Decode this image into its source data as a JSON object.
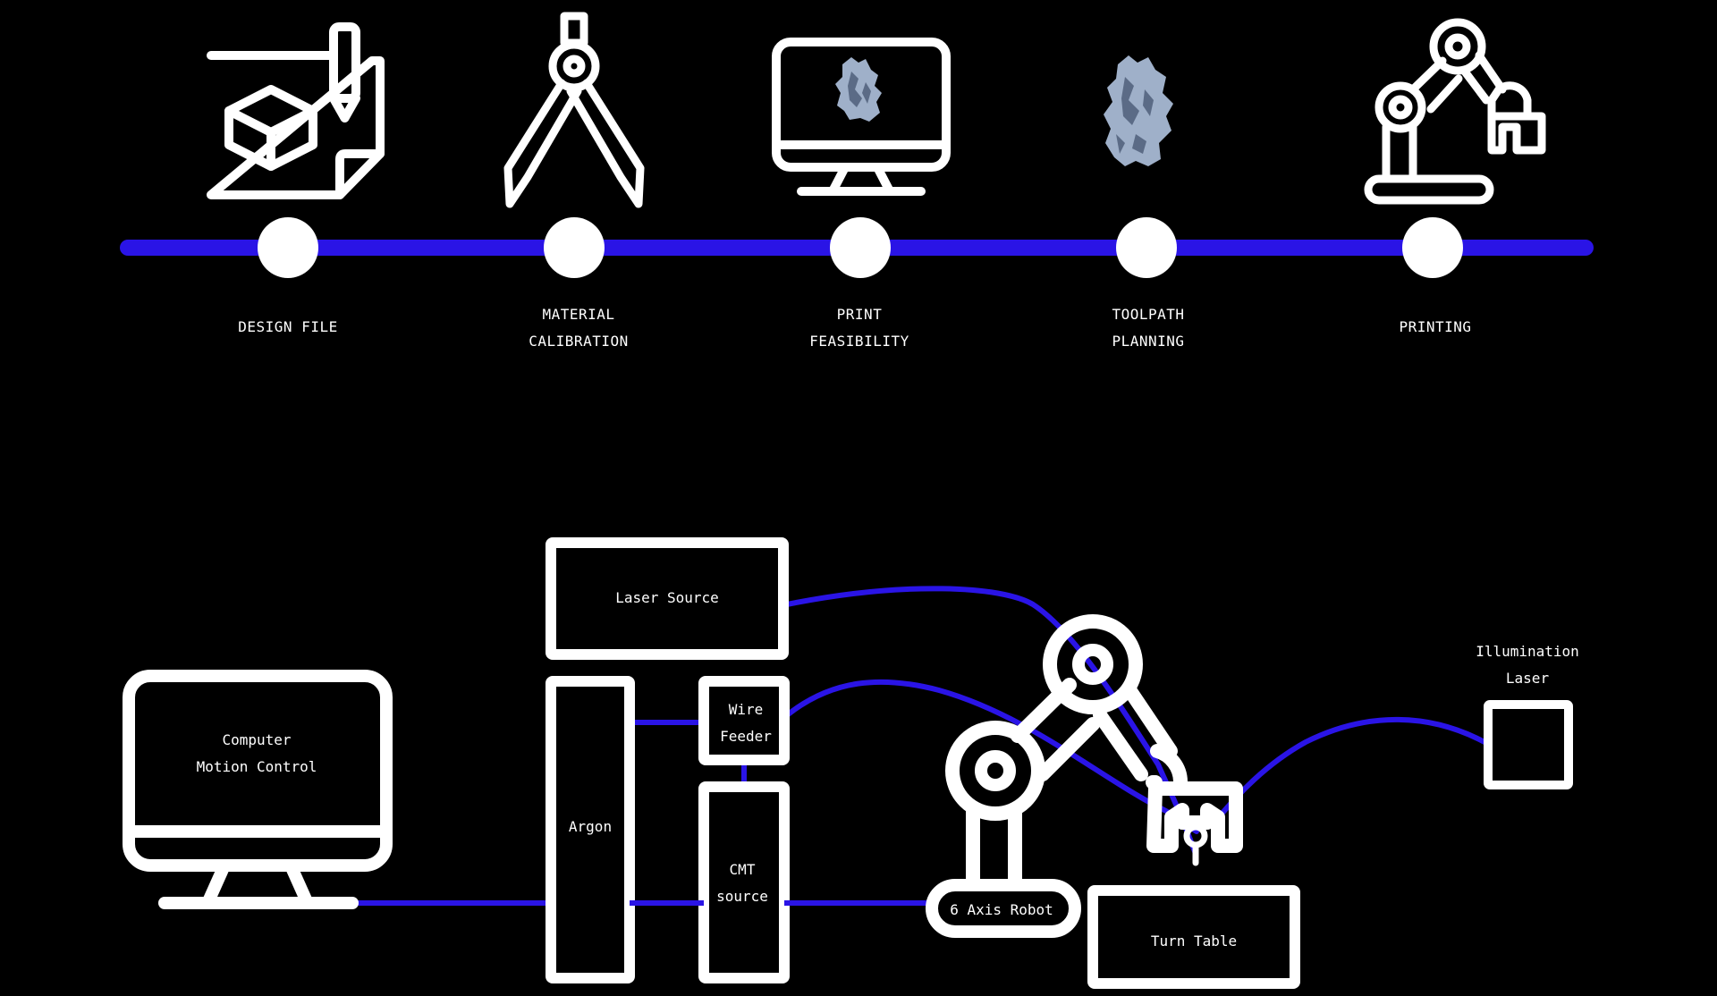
{
  "colors": {
    "background": "#000000",
    "line": "#2a14e6",
    "icon": "#ffffff",
    "sample": "#9fb0c9"
  },
  "timeline": {
    "steps": [
      {
        "id": "design-file",
        "icon": "blueprint-cube-icon",
        "lines": [
          "DESIGN FILE"
        ]
      },
      {
        "id": "material-calibration",
        "icon": "compass-icon",
        "lines": [
          "MATERIAL",
          "CALIBRATION"
        ]
      },
      {
        "id": "print-feasibility",
        "icon": "monitor-sample-icon",
        "lines": [
          "PRINT",
          "FEASIBILITY"
        ]
      },
      {
        "id": "toolpath-planning",
        "icon": "sample-object-icon",
        "lines": [
          "TOOLPATH",
          "PLANNING"
        ]
      },
      {
        "id": "printing",
        "icon": "robot-arm-icon",
        "lines": [
          "PRINTING"
        ]
      }
    ]
  },
  "setup": {
    "computer": {
      "lines": [
        "Computer",
        "Motion Control"
      ]
    },
    "laser_source": {
      "label": "Laser Source"
    },
    "argon": {
      "label": "Argon"
    },
    "wire_feeder": {
      "lines": [
        "Wire",
        "Feeder"
      ]
    },
    "cmt_source": {
      "lines": [
        "CMT",
        "source"
      ]
    },
    "robot": {
      "label": "6 Axis Robot"
    },
    "turn_table": {
      "label": "Turn Table"
    },
    "illumination": {
      "lines": [
        "Illumination",
        "Laser"
      ]
    }
  }
}
